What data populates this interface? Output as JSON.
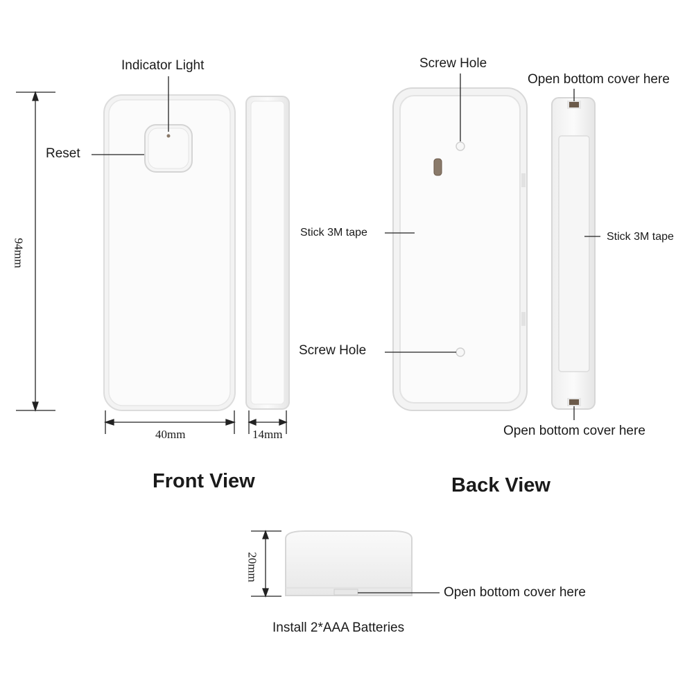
{
  "labels": {
    "indicator_light": "Indicator Light",
    "reset": "Reset",
    "screw_hole_top": "Screw Hole",
    "screw_hole_bottom": "Screw Hole",
    "stick_tape_left": "Stick 3M tape",
    "stick_tape_right": "Stick 3M tape",
    "open_cover_top": "Open bottom cover here",
    "open_cover_mid": "Open bottom cover here",
    "open_cover_bottom": "Open bottom cover here",
    "install_batteries": "Install 2*AAA Batteries"
  },
  "dimensions": {
    "height": "94mm",
    "width": "40mm",
    "depth": "14mm",
    "thickness": "20mm"
  },
  "titles": {
    "front_view": "Front View",
    "back_view": "Back View"
  },
  "colors": {
    "device_fill": "#f7f7f7",
    "device_edge": "#d9d9d9",
    "line": "#222222",
    "led": "#8a7a6a",
    "slot": "#6b5a4a"
  }
}
